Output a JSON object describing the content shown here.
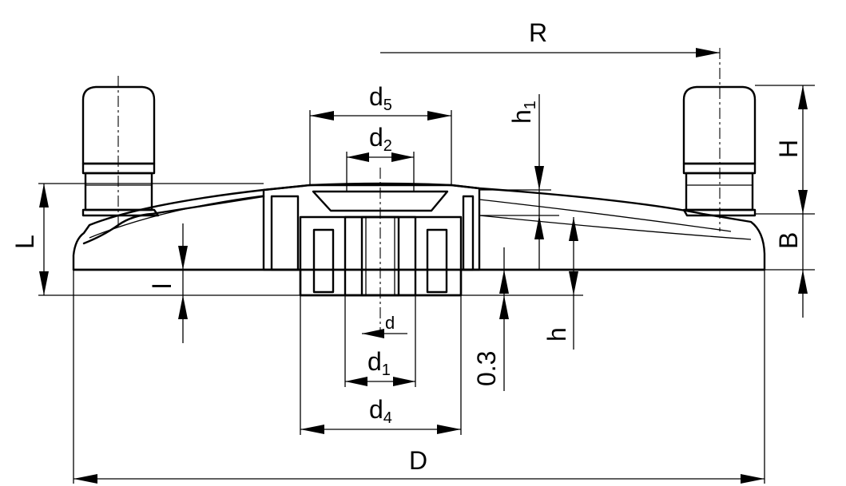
{
  "labels": {
    "R": "R",
    "d5_base": "d",
    "d5_sub": "5",
    "d2_base": "d",
    "d2_sub": "2",
    "h1_base": "h",
    "h1_sub": "1",
    "H": "H",
    "L": "L",
    "B": "B",
    "l": "l",
    "d": "d",
    "h": "h",
    "d1_base": "d",
    "d1_sub": "1",
    "offset": "0.3",
    "d4_base": "d",
    "d4_sub": "4",
    "D": "D"
  }
}
